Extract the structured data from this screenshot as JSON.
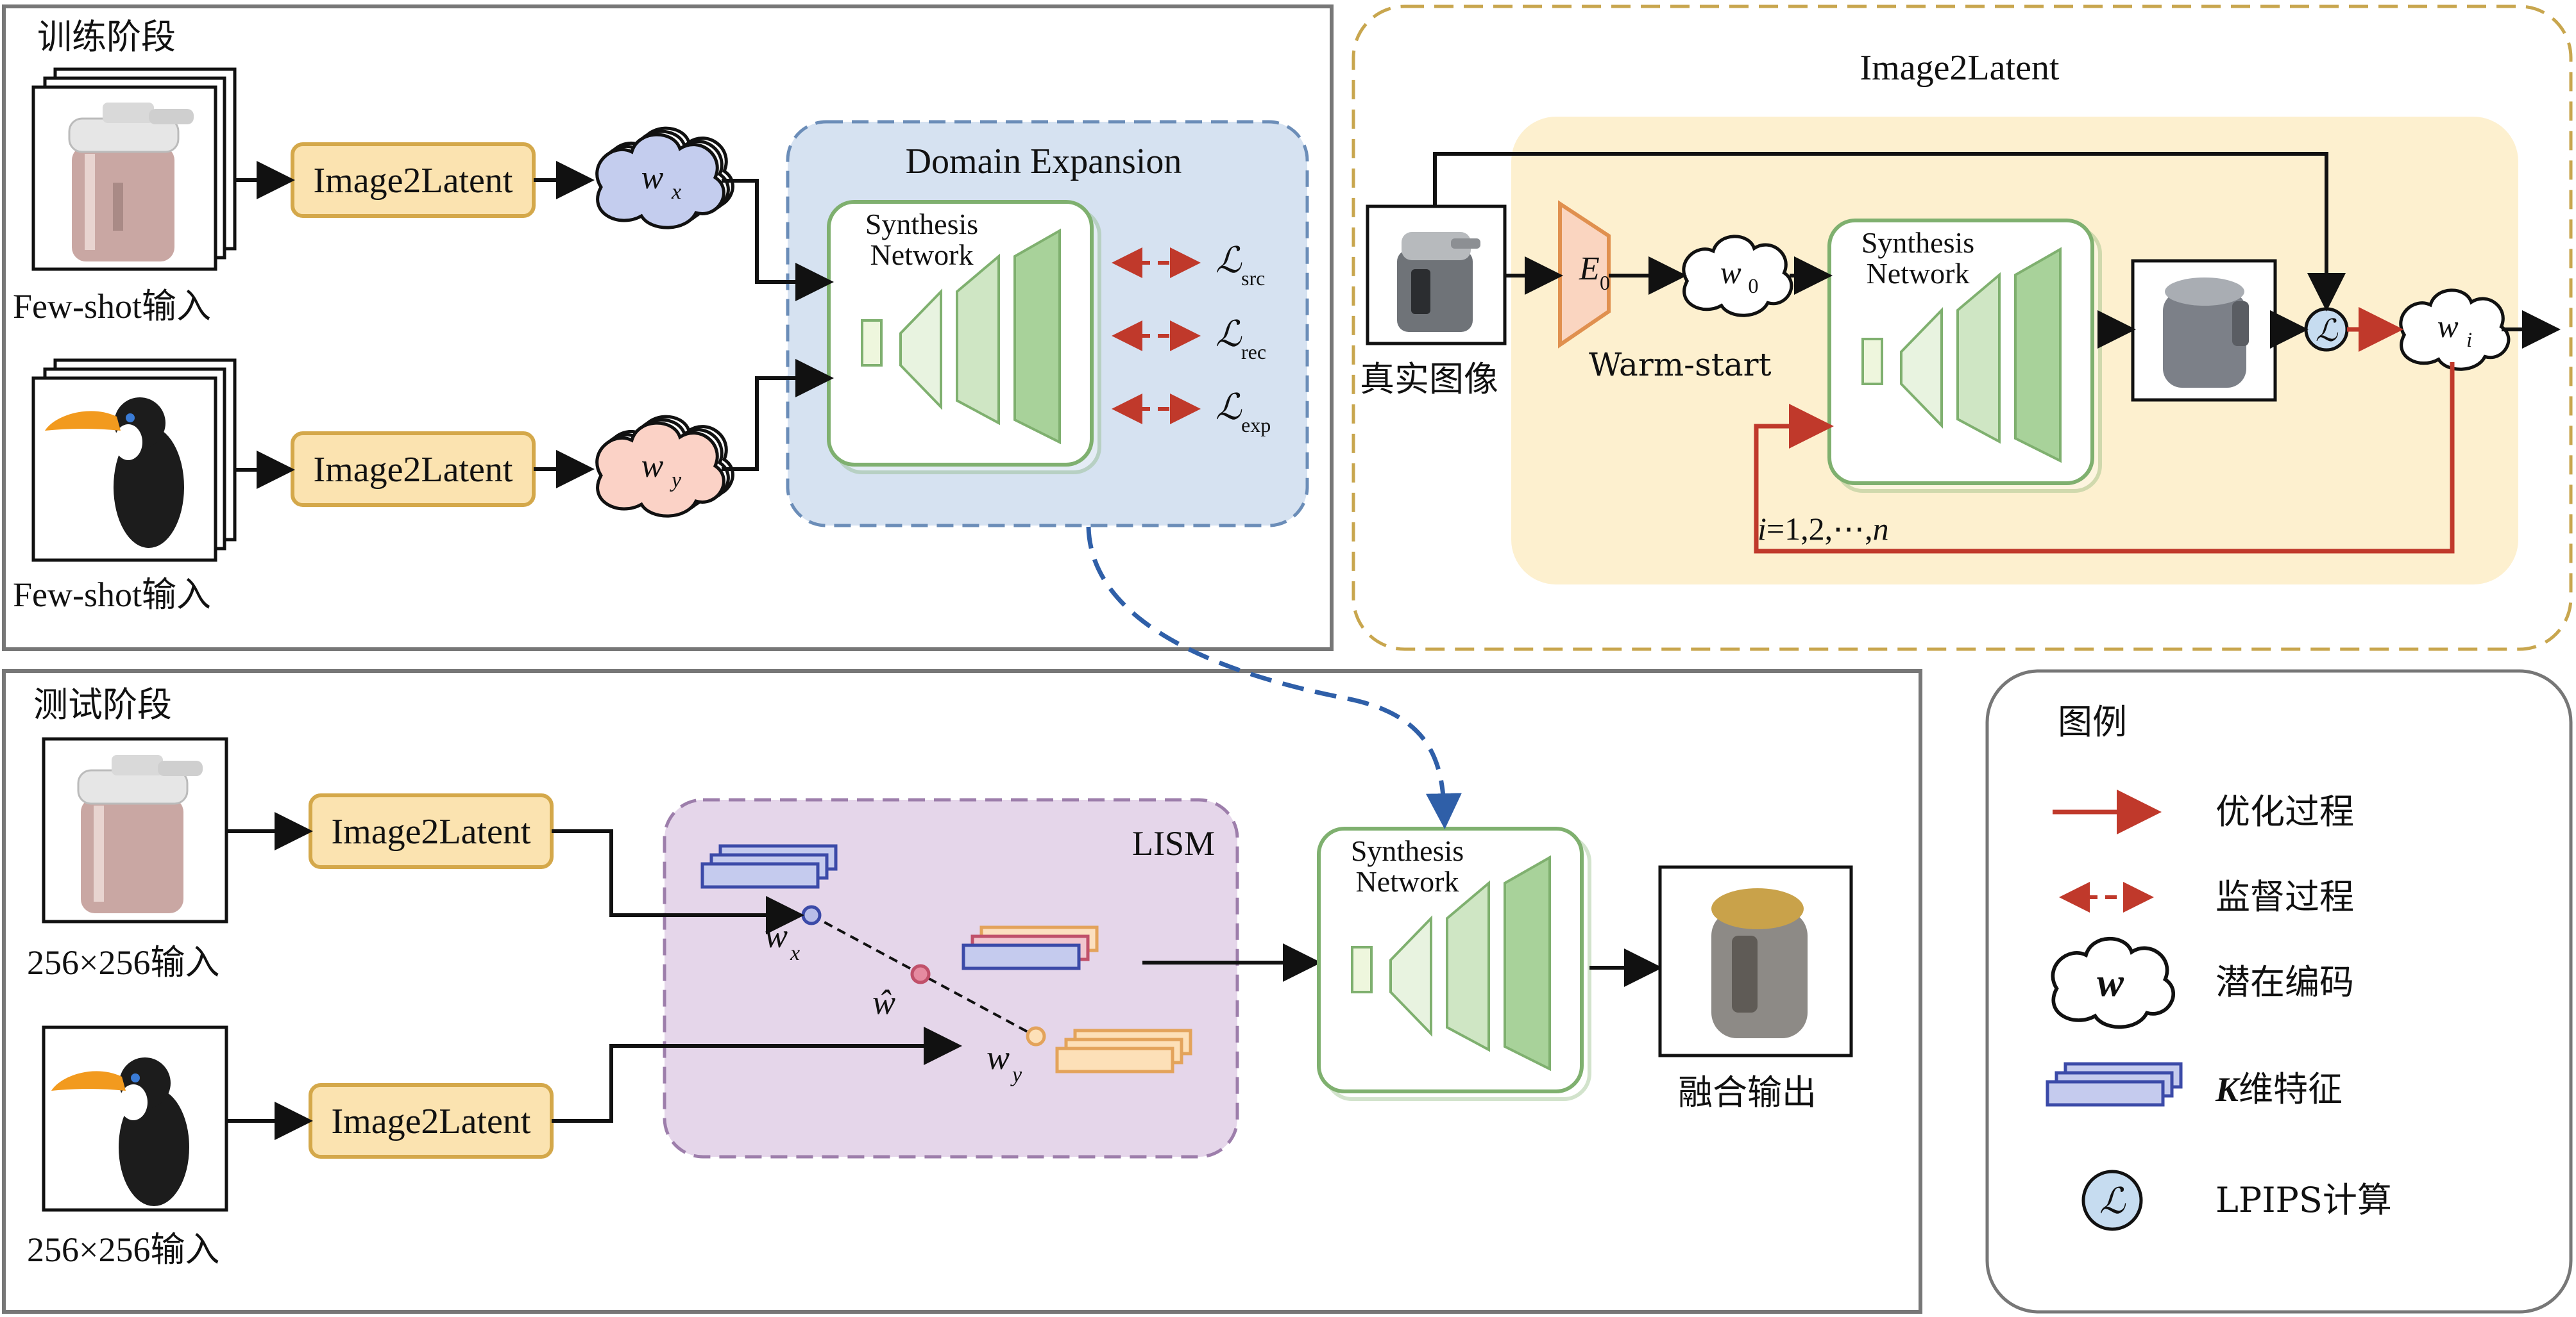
{
  "train": {
    "title": "训练阶段",
    "input1_label": "Few-shot输入",
    "input2_label": "Few-shot输入",
    "encoder1": "Image2Latent",
    "encoder2": "Image2Latent",
    "latent_x": "w",
    "latent_x_sub": "x",
    "latent_y": "w",
    "latent_y_sub": "y",
    "domain_title": "Domain Expansion",
    "synth_label_1": "Synthesis",
    "synth_label_2": "Network",
    "losses": [
      {
        "sym": "ℒ",
        "sub": "src"
      },
      {
        "sym": "ℒ",
        "sub": "rec"
      },
      {
        "sym": "ℒ",
        "sub": "exp"
      }
    ]
  },
  "image2latent": {
    "title": "Image2Latent",
    "real_image_label": "真实图像",
    "encoder": "E",
    "encoder_sub": "0",
    "warm_start": "Warm-start",
    "w0": "w",
    "w0_sub": "0",
    "synth_label_1": "Synthesis",
    "synth_label_2": "Network",
    "loss": "ℒ",
    "wi": "w",
    "wi_sub": "i",
    "iteration_var": "i",
    "iteration": "=1,2,⋯,",
    "iteration_end": "n"
  },
  "test": {
    "title": "测试阶段",
    "input1_label": "256×256输入",
    "input2_label": "256×256输入",
    "encoder1": "Image2Latent",
    "encoder2": "Image2Latent",
    "lism_title": "LISM",
    "wx": "w",
    "wx_sub": "x",
    "what": "ŵ",
    "wy": "w",
    "wy_sub": "y",
    "synth_label_1": "Synthesis",
    "synth_label_2": "Network",
    "output_label": "融合输出"
  },
  "legend": {
    "title": "图例",
    "items": [
      {
        "icon": "red-arrow-icon",
        "label": "优化过程"
      },
      {
        "icon": "dashed-red-double-arrow-icon",
        "label": "监督过程"
      },
      {
        "icon": "cloud-latent-icon",
        "symbol": "w",
        "label": "潜在编码"
      },
      {
        "icon": "stacked-feature-icon",
        "label_var": "K",
        "label": "维特征"
      },
      {
        "icon": "lpips-circle-icon",
        "symbol": "ℒ",
        "label": "LPIPS计算"
      }
    ]
  },
  "colors": {
    "encoder_fill": "#fbe3b0",
    "encoder_stroke": "#d4a84a",
    "domain_fill": "#d6e2f1",
    "domain_stroke": "#6b8db8",
    "i2l_fill": "#fdf0cf",
    "lism_fill": "#e5d6ea",
    "green": "#7fb06f",
    "red": "#c0392b",
    "blue_dash": "#2f5fa8"
  }
}
